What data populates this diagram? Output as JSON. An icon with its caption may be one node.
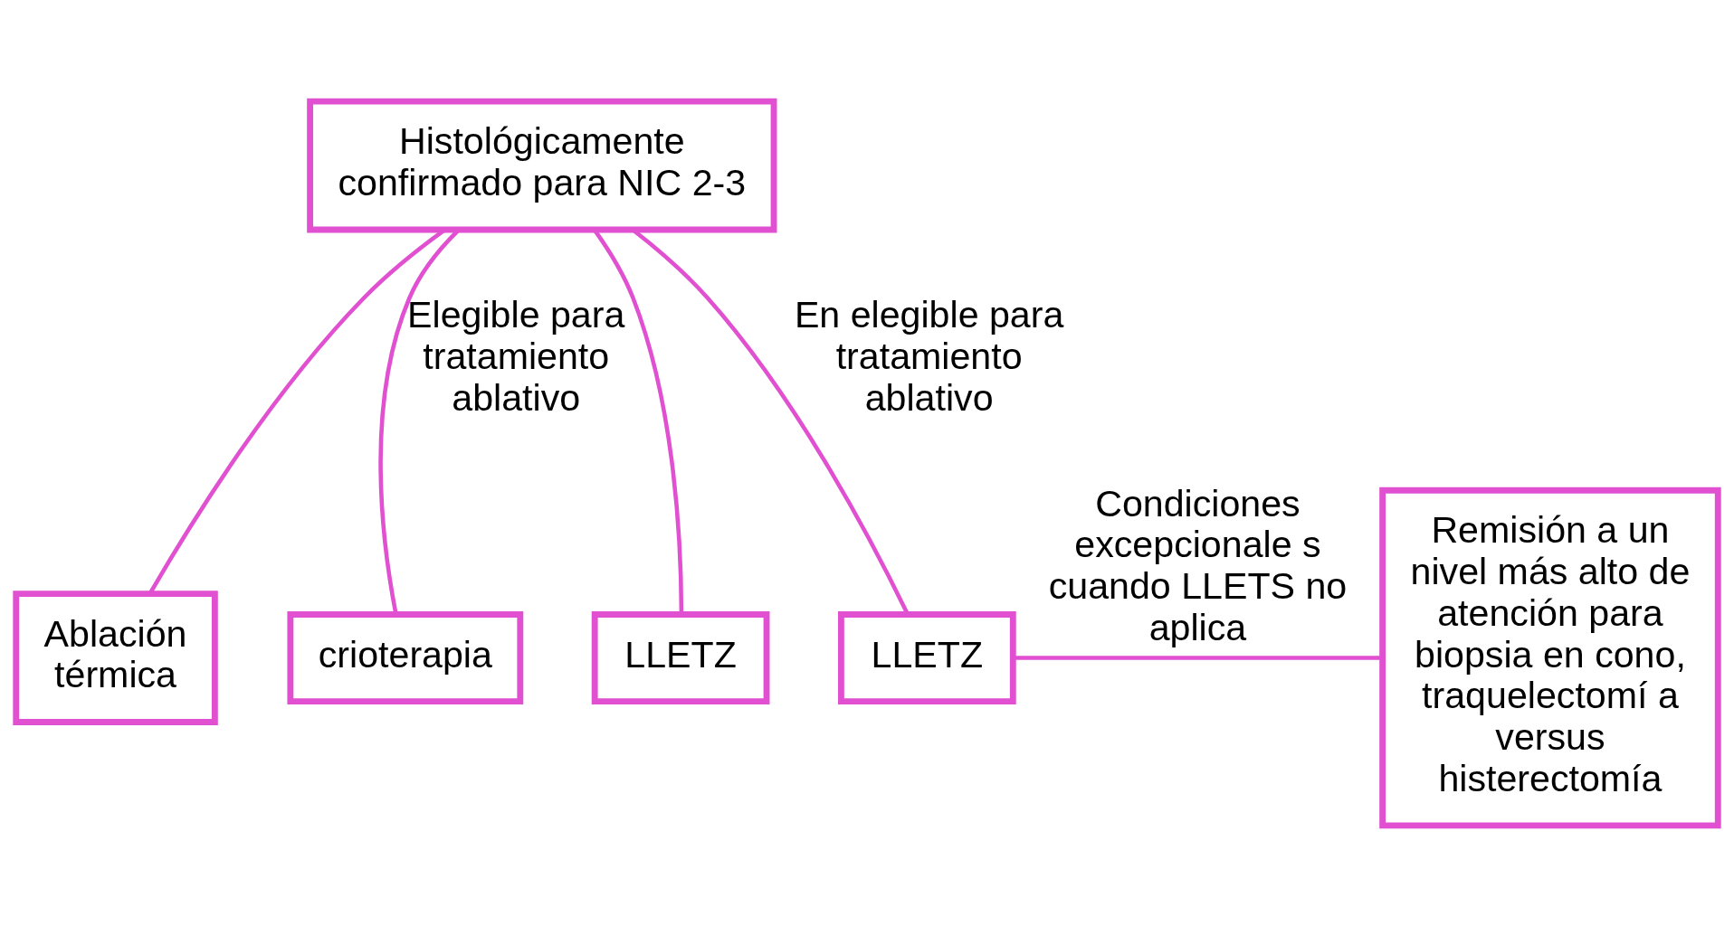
{
  "diagram": {
    "nodes": [
      {
        "text": [
          "Histológicamente confirmado para NIC 2-3"
        ]
      },
      {
        "text": [
          "Ablación térmica"
        ]
      },
      {
        "text": [
          "crioterapia"
        ]
      },
      {
        "text": [
          "LLETZ"
        ]
      },
      {
        "text": [
          "LLETZ"
        ]
      },
      {
        "text": [
          "Remisión a un nivel más alto de atención para biopsia en cono, traquelectomí a versus histerectomía"
        ]
      }
    ],
    "edges": [
      {
        "from": 0,
        "to": 1,
        "arrow": "none"
      },
      {
        "from": 0,
        "to": 2,
        "arrow": "none",
        "label": "Elegible para tratamiento ablativo"
      },
      {
        "from": 0,
        "to": 3,
        "arrow": "none"
      },
      {
        "from": 0,
        "to": 4,
        "arrow": "none",
        "label": "En elegible para tratamiento ablativo"
      },
      {
        "from": 4,
        "to": 5,
        "arrow": "none",
        "label": "Condiciones excepcionale s cuando LLETS no aplica"
      }
    ]
  }
}
